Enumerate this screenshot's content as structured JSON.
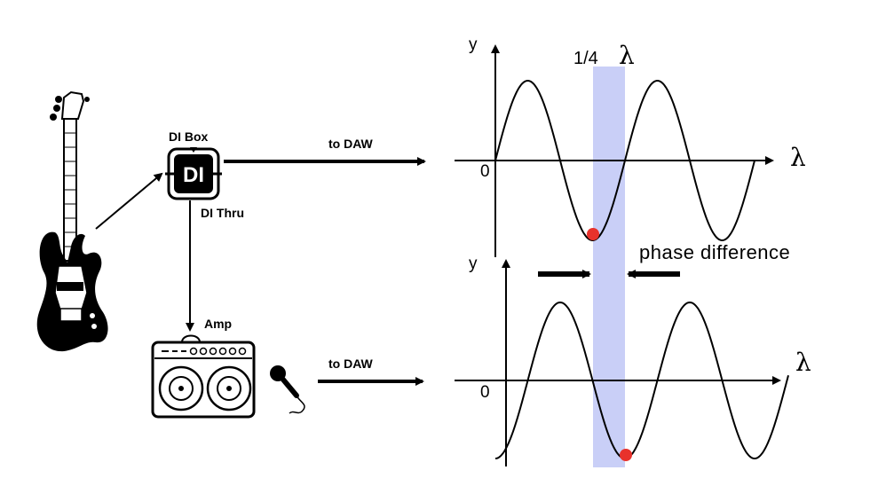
{
  "labels": {
    "di_box": "DI Box",
    "di_mark": "DI",
    "di_thru": "DI Thru",
    "amp": "Amp",
    "to_daw_top": "to DAW",
    "to_daw_bottom": "to DAW",
    "quarter_fraction": "1/4",
    "lambda": "λ",
    "phase_difference": "phase difference"
  },
  "graph_top": {
    "y_label": "y",
    "x_label": "λ",
    "origin": "0"
  },
  "graph_bottom": {
    "y_label": "y",
    "x_label": "λ",
    "origin": "0"
  },
  "colors": {
    "highlight": "#c9cff7",
    "marker": "#e8322c",
    "ink": "#000000"
  }
}
